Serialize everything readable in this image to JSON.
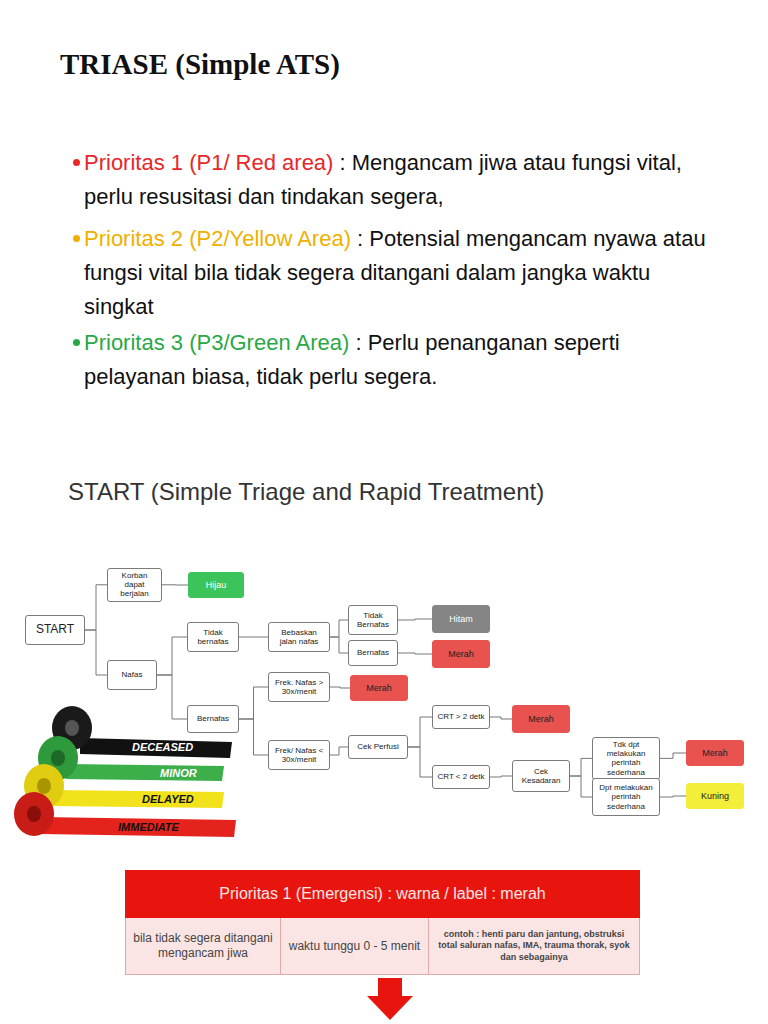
{
  "diagram": {
    "title": "TRIASE (Simple ATS)",
    "nodes": [
      {
        "text": [
          "START"
        ]
      },
      {
        "text": [
          "Korban dapat berjalan"
        ]
      },
      {
        "text": [
          "Hijau"
        ]
      },
      {
        "text": [
          "Nafas"
        ]
      },
      {
        "text": [
          "Tidak bernafas"
        ]
      },
      {
        "text": [
          "Bebaskan jalan nafas"
        ]
      },
      {
        "text": [
          "Tidak Bernafas"
        ]
      },
      {
        "text": [
          "Hitam"
        ]
      },
      {
        "text": [
          "Bernafas"
        ]
      },
      {
        "text": [
          "Merah"
        ]
      },
      {
        "text": [
          "Bernafas"
        ]
      },
      {
        "text": [
          "Frek. Nafas > 30x/menit"
        ]
      },
      {
        "text": [
          "Merah"
        ]
      },
      {
        "text": [
          "Frek/ Nafas < 30x/menit"
        ]
      },
      {
        "text": [
          "Cek Perfusi"
        ]
      },
      {
        "text": [
          "CRT > 2 detk"
        ]
      },
      {
        "text": [
          "Merah"
        ]
      },
      {
        "text": [
          "CRT < 2 detk"
        ]
      },
      {
        "text": [
          "Cek Kesadaran"
        ]
      },
      {
        "text": [
          "Tdk dpt melakukan perintah sederhana"
        ]
      },
      {
        "text": [
          "Merah"
        ]
      },
      {
        "text": [
          "Dpt melakukan perintah sederhana"
        ]
      },
      {
        "text": [
          "Kuning"
        ]
      },
      {
        "text": [
          "Prioritas 1 (Emergensi) : warna / label : merah"
        ]
      }
    ],
    "edges": [
      {
        "from": 0,
        "to": 1,
        "arrow": "none"
      },
      {
        "from": 0,
        "to": 3,
        "arrow": "none"
      },
      {
        "from": 1,
        "to": 2,
        "arrow": "none"
      },
      {
        "from": 3,
        "to": 4,
        "arrow": "none"
      },
      {
        "from": 3,
        "to": 10,
        "arrow": "none"
      },
      {
        "from": 4,
        "to": 5,
        "arrow": "none"
      },
      {
        "from": 5,
        "to": 6,
        "arrow": "none"
      },
      {
        "from": 5,
        "to": 8,
        "arrow": "none"
      },
      {
        "from": 6,
        "to": 7,
        "arrow": "none"
      },
      {
        "from": 8,
        "to": 9,
        "arrow": "none"
      },
      {
        "from": 10,
        "to": 11,
        "arrow": "none"
      },
      {
        "from": 10,
        "to": 13,
        "arrow": "none"
      },
      {
        "from": 11,
        "to": 12,
        "arrow": "none"
      },
      {
        "from": 13,
        "to": 14,
        "arrow": "none"
      },
      {
        "from": 14,
        "to": 15,
        "arrow": "none"
      },
      {
        "from": 14,
        "to": 17,
        "arrow": "none"
      },
      {
        "from": 15,
        "to": 16,
        "arrow": "none"
      },
      {
        "from": 17,
        "to": 18,
        "arrow": "none"
      },
      {
        "from": 18,
        "to": 19,
        "arrow": "none"
      },
      {
        "from": 18,
        "to": 21,
        "arrow": "none"
      },
      {
        "from": 19,
        "to": 20,
        "arrow": "none"
      },
      {
        "from": 21,
        "to": 22,
        "arrow": "none"
      }
    ],
    "labels": [
      "Prioritas 1 (P1/ Red area)",
      ": Mengancam jiwa atau fungsi vital, perlu resusitasi dan tindakan segera,",
      "Prioritas 2 (P2/Yellow Area)",
      ": Potensial mengancam nyawa atau fungsi vital bila tidak segera ditangani dalam jangka waktu singkat",
      "Prioritas 3 (P3/Green Area)",
      ": Perlu penanganan seperti pelayanan biasa, tidak perlu segera.",
      "START (Simple Triage and Rapid Treatment)",
      "DECEASED",
      "MINOR",
      "DELAYED",
      "IMMEDIATE",
      "bila tidak segera ditangani mengancam jiwa",
      "waktu tunggu 0 - 5 menit",
      "contoh : henti paru dan jantung, obstruksi total saluran nafas, IMA, trauma thorak, syok dan sebagainya"
    ]
  }
}
